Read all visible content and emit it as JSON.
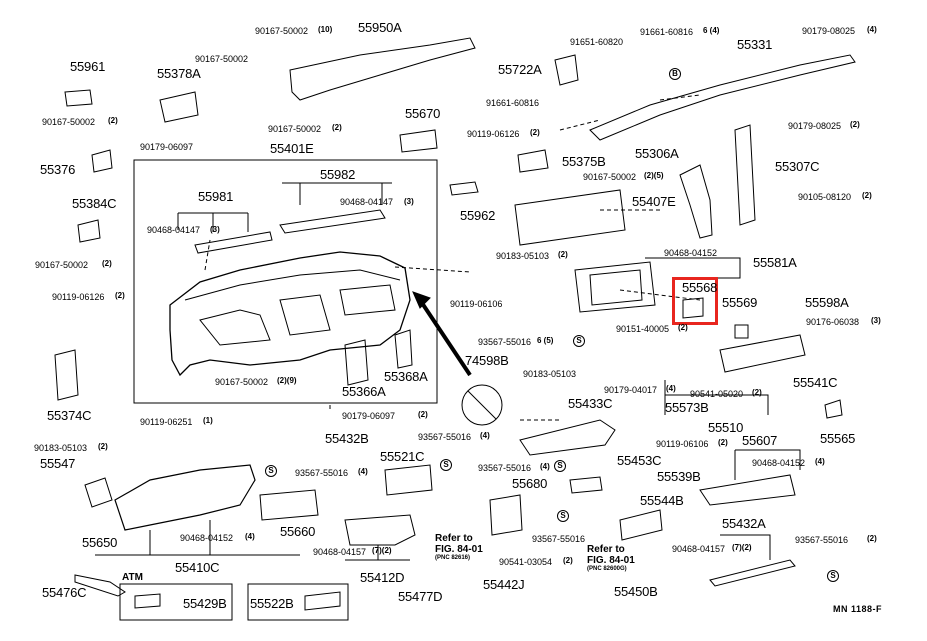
{
  "diagram_code": "MN 1188-F",
  "highlight_color": "#e8261f",
  "atm_label": "ATM",
  "ref1": {
    "line1": "Refer to",
    "line2": "FIG. 84-01",
    "line3": "(PNC 82616)"
  },
  "ref2": {
    "line1": "Refer to",
    "line2": "FIG. 84-01",
    "line3": "(PNC 82600G)"
  },
  "circle_s": "S",
  "circle_b": "B",
  "numbers": {
    "n4": "4",
    "n2": "2",
    "n5": "5",
    "n6": "6",
    "n7": "7",
    "n9": "9",
    "n10": "10",
    "n1": "1",
    "n3": "3"
  },
  "labels": {
    "p55961": "55961",
    "p90167_50002_a": "90167-50002",
    "p55950A": "55950A",
    "p55378A": "55378A",
    "p90167_50002_b": "90167-50002",
    "p90167_50002_c": "90167-50002",
    "p90179_06097": "90179-06097",
    "p55376": "55376",
    "p55384C": "55384C",
    "p90167_50002_d": "90167-50002",
    "p90119_06126": "90119-06126",
    "p55374C": "55374C",
    "p90119_06251": "90119-06251",
    "p90183_05103_a": "90183-05103",
    "p55547": "55547",
    "p55650": "55650",
    "p55476C": "55476C",
    "p55670": "55670",
    "p90167_50002_e": "90167-50002",
    "p55401E": "55401E",
    "p55982": "55982",
    "p55981": "55981",
    "p90468_04147_a": "90468-04147",
    "p90468_04147_b": "90468-04147",
    "p90119_06106_a": "90119-06106",
    "p90167_50002_f": "90167-50002",
    "p55366A": "55366A",
    "p55368A": "55368A",
    "p90179_06097_b": "90179-06097",
    "p55432B": "55432B",
    "p93567_55016_a": "93567-55016",
    "p55521C": "55521C",
    "p93567_55016_b": "93567-55016",
    "p90468_04152_a": "90468-04152",
    "p55660": "55660",
    "p55410C": "55410C",
    "p90468_04157_a": "90468-04157",
    "p55412D": "55412D",
    "p55477D": "55477D",
    "p55429B": "55429B",
    "p55522B": "55522B",
    "p91651_60820": "91651-60820",
    "p91661_60816_a": "91661-60816",
    "p55331": "55331",
    "p90179_08025_a": "90179-08025",
    "p55722A": "55722A",
    "p91661_60816_b": "91661-60816",
    "p90119_06126_b": "90119-06126",
    "p55375B": "55375B",
    "p55306A": "55306A",
    "p90179_08025_b": "90179-08025",
    "p55307C": "55307C",
    "p90167_50002_g": "90167-50002",
    "p55407E": "55407E",
    "p55962": "55962",
    "p90105_08120": "90105-08120",
    "p90183_05103_b": "90183-05103",
    "p90468_04152_b": "90468-04152",
    "p55581A": "55581A",
    "p55568": "55568",
    "p55569": "55569",
    "p55598A": "55598A",
    "p90176_06038": "90176-06038",
    "p90151_40005": "90151-40005",
    "p93567_55016_c": "93567-55016",
    "p74598B": "74598B",
    "p90183_05103_c": "90183-05103",
    "p55433C": "55433C",
    "p90179_04017": "90179-04017",
    "p55573B": "55573B",
    "p90541_05020": "90541-05020",
    "p55541C": "55541C",
    "p55510": "55510",
    "p55565": "55565",
    "p90119_06106_b": "90119-06106",
    "p55607": "55607",
    "p93567_55016_d": "93567-55016",
    "p55453C": "55453C",
    "p55539B": "55539B",
    "p90468_04152_c": "90468-04152",
    "p55680": "55680",
    "p55544B": "55544B",
    "p93567_55016_e": "93567-55016",
    "p90541_03054": "90541-03054",
    "p55442J": "55442J",
    "p55432A": "55432A",
    "p90468_04157_b": "90468-04157",
    "p93567_55016_f": "93567-55016",
    "p55450B": "55450B"
  }
}
